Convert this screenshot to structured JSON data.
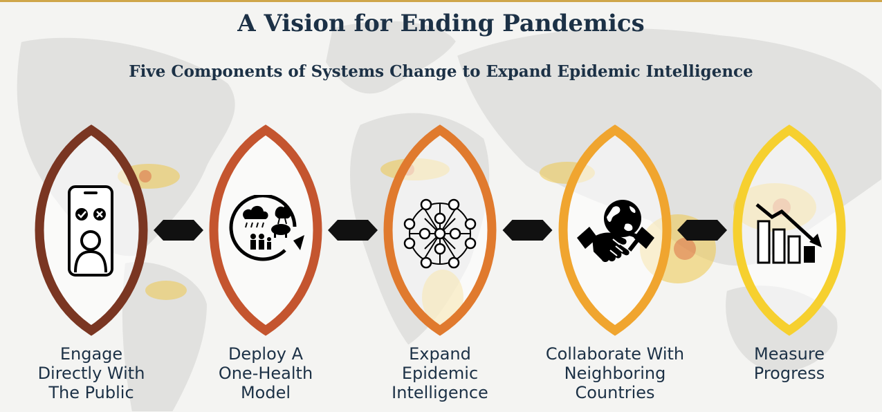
{
  "title": "A Vision for Ending Pandemics",
  "subtitle": "Five Components of Systems Change to Expand Epidemic Intelligence",
  "colors": {
    "title": "#1c3146",
    "lens_1": "#7a3622",
    "lens_2": "#c4552f",
    "lens_3": "#e07a2e",
    "lens_4": "#f0a52f",
    "lens_5": "#f6d02f",
    "connector": "#111111"
  },
  "components": [
    {
      "icon": "smartphone-person-icon",
      "label_lines": [
        "Engage",
        "Directly With",
        "The Public"
      ]
    },
    {
      "icon": "one-health-cycle-icon",
      "label_lines": [
        "Deploy A",
        "One-Health",
        "Model"
      ]
    },
    {
      "icon": "people-network-icon",
      "label_lines": [
        "Expand",
        "Epidemic",
        "Intelligence"
      ]
    },
    {
      "icon": "globe-handshake-icon",
      "label_lines": [
        "Collaborate With",
        "Neighboring",
        "Countries"
      ]
    },
    {
      "icon": "declining-bar-chart-icon",
      "label_lines": [
        "Measure",
        "Progress"
      ]
    }
  ]
}
